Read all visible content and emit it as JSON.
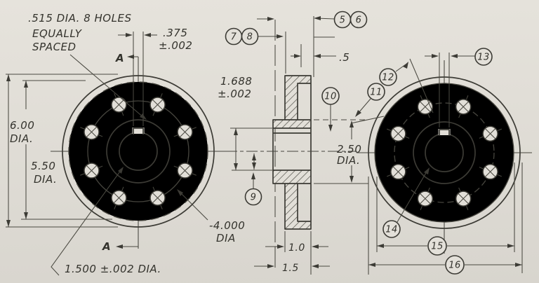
{
  "drawing_title": "Flanged pulley three-view drawing with balloon callouts",
  "notes": {
    "holes_note": [
      ".515 DIA. 8 HOLES",
      "EQUALLY",
      "SPACED"
    ]
  },
  "dims": {
    "keyway_width": {
      "value": ".375",
      "tol": "±.002"
    },
    "outer_dia": {
      "value": "6.00",
      "unit": "DIA."
    },
    "rim_inner_dia": {
      "value": "5.50",
      "unit": "DIA."
    },
    "bolt_circle": {
      "value": "-4.000",
      "unit": "DIA"
    },
    "bore": {
      "value": "1.500 ±.002 DIA."
    },
    "keyway_depth": {
      "value": "1.688",
      "tol": "±.002"
    },
    "hub_dia": {
      "value": "2.50",
      "unit": "DIA."
    },
    "web_thickness": ".5",
    "rim_width": "1.0",
    "hub_length": "1.5"
  },
  "section_labels": {
    "top": "A",
    "bottom": "A"
  },
  "balloons": {
    "b5": "5",
    "b6": "6",
    "b7": "7",
    "b8": "8",
    "b9": "9",
    "b10": "10",
    "b11": "11",
    "b12": "12",
    "b13": "13",
    "b14": "14",
    "b15": "15",
    "b16": "16"
  }
}
